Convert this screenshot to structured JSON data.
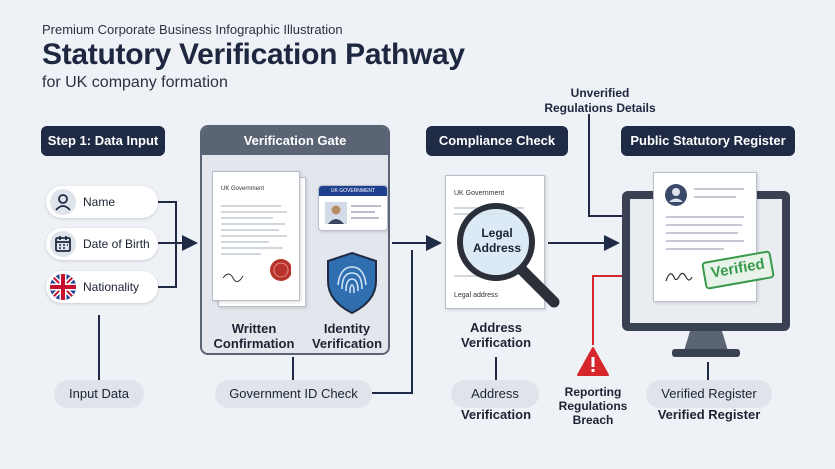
{
  "header": {
    "kicker": "Premium Corporate Business Infographic Illustration",
    "title": "Statutory Verification Pathway",
    "subtitle": "for UK company formation"
  },
  "note": {
    "line1": "Unverified",
    "line2": "Regulations Details"
  },
  "steps": {
    "data_input": "Step 1: Data Input",
    "gate": "Verification Gate",
    "compliance": "Compliance Check",
    "register": "Public Statutory Register"
  },
  "inputs": [
    {
      "label": "Name",
      "icon": "person-icon"
    },
    {
      "label": "Date of Birth",
      "icon": "calendar-icon"
    },
    {
      "label": "Nationality",
      "icon": "uk-flag-icon"
    }
  ],
  "gate": {
    "doc_header": "UK Government",
    "id_card_header": "UK GOVERNMENT",
    "written_line1": "Written",
    "written_line2": "Confirmation",
    "identity_line1": "Identity",
    "identity_line2": "Verification"
  },
  "compliance": {
    "doc_header": "UK Government",
    "magnifier_line1": "Legal",
    "magnifier_line2": "Address",
    "doc_footer": "Legal address",
    "label_line1": "Address",
    "label_line2": "Verification"
  },
  "register": {
    "stamp": "Verified"
  },
  "bottom": {
    "input_data": "Input Data",
    "gov_id_check": "Government ID Check",
    "address_pill": "Address",
    "address_label": "Verification",
    "breach_line1": "Reporting",
    "breach_line2": "Regulations",
    "breach_line3": "Breach",
    "verified_pill": "Verified Register",
    "verified_label": "Verified Register"
  },
  "colors": {
    "navy": "#1f2a44",
    "steel": "#5b6475",
    "warning_red": "#d7262b",
    "verified_green": "#3a9a4b",
    "shield_blue": "#2f6fb0"
  }
}
